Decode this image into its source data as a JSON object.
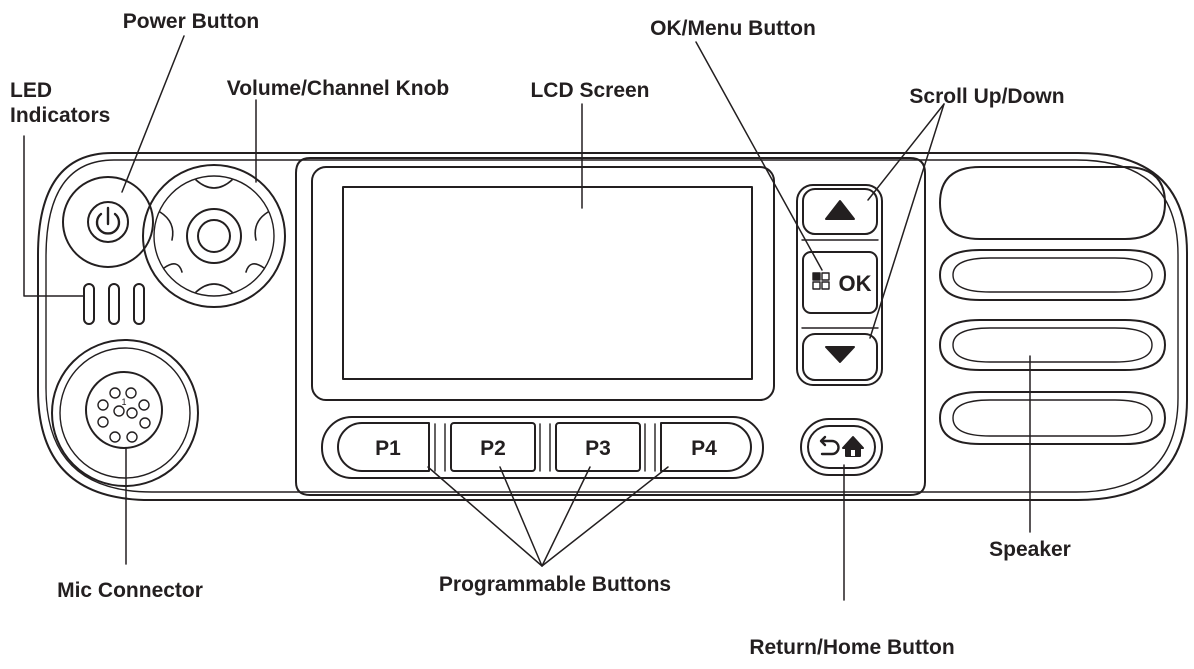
{
  "labels": {
    "power_button": "Power Button",
    "led_indicators_line1": "LED",
    "led_indicators_line2": "Indicators",
    "volume_knob": "Volume/Channel Knob",
    "lcd_screen": "LCD Screen",
    "ok_menu_button": "OK/Menu Button",
    "scroll_up_down": "Scroll Up/Down",
    "mic_connector": "Mic Connector",
    "programmable_buttons": "Programmable Buttons",
    "return_home_button": "Return/Home Button",
    "speaker": "Speaker"
  },
  "device": {
    "programmable_keys": [
      "P1",
      "P2",
      "P3",
      "P4"
    ],
    "ok_key_label": "OK",
    "mic_pin_label": "1"
  },
  "colors": {
    "line": "#231f20",
    "background": "#ffffff"
  },
  "icons": {
    "power": "power-icon",
    "scroll_up": "triangle-up-icon",
    "scroll_down": "triangle-down-icon",
    "menu": "menu-grid-icon",
    "back": "back-arrow-icon",
    "home": "home-icon"
  }
}
